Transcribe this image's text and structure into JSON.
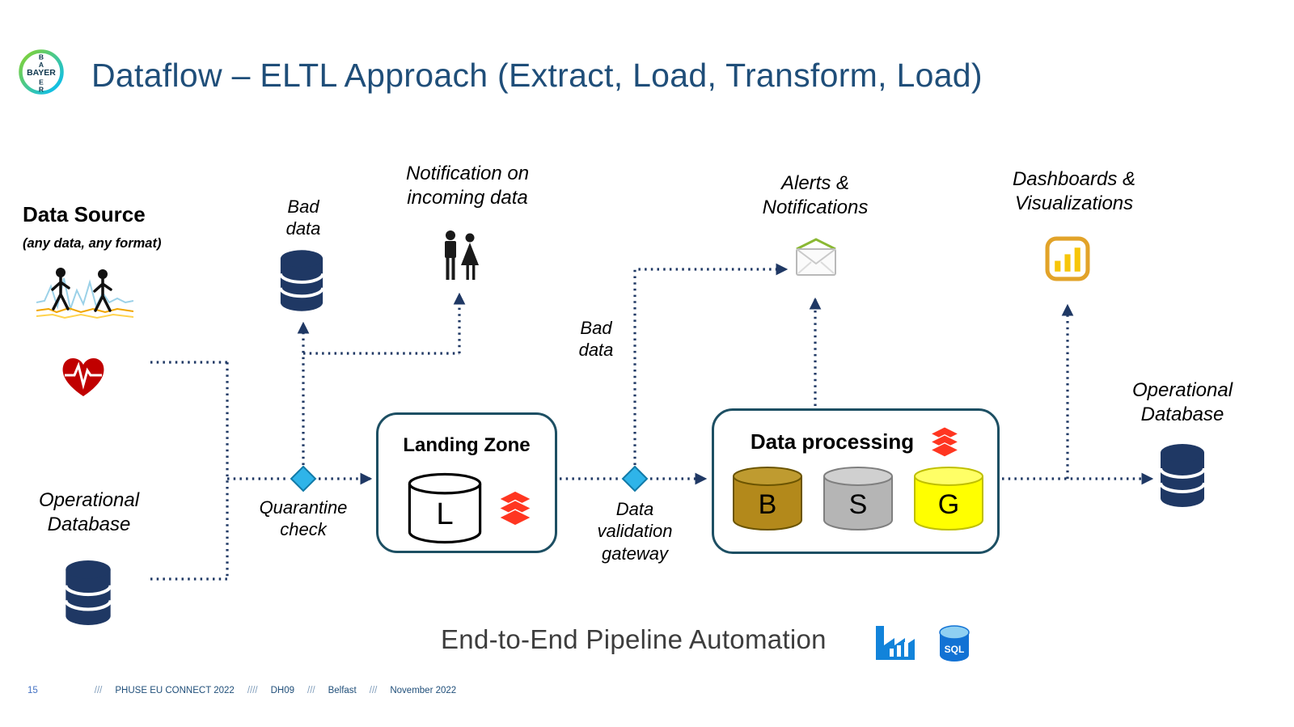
{
  "colors": {
    "title_blue": "#1f4e79",
    "line_navy": "#1f3864",
    "box_border": "#1d4f63",
    "diamond_cyan": "#2fb4e9",
    "databricks_red": "#ff3621",
    "cylinder_bronze": "#b3891b",
    "cylinder_silver": "#b5b5b5",
    "cylinder_yellow": "#ffff00",
    "powerbi_gold": "#e2a329",
    "azure_blue": "#1283da",
    "heart_red": "#c00000"
  },
  "header": {
    "title": "Dataflow – ELTL Approach (Extract, Load, Transform, Load)",
    "logo": {
      "word": "BAYER",
      "letters": [
        "B",
        "A",
        "Y",
        "E",
        "R"
      ]
    }
  },
  "diagram": {
    "data_source": {
      "title": "Data Source",
      "subtitle": "(any data, any format)"
    },
    "operational_db_left": {
      "label": "Operational\nDatabase"
    },
    "bad_data_left": {
      "label": "Bad\ndata"
    },
    "notification": {
      "label": "Notification on\nincoming data"
    },
    "quarantine": {
      "label": "Quarantine\ncheck"
    },
    "landing_zone": {
      "title": "Landing Zone",
      "cylinder_letter": "L"
    },
    "bad_data_mid": {
      "label": "Bad\ndata"
    },
    "validation": {
      "label": "Data\nvalidation\ngateway"
    },
    "alerts": {
      "label": "Alerts &\nNotifications"
    },
    "data_processing": {
      "title": "Data processing",
      "cylinders": [
        "B",
        "S",
        "G"
      ]
    },
    "dashboards": {
      "label": "Dashboards &\nVisualizations"
    },
    "operational_db_right": {
      "label": "Operational\nDatabase"
    },
    "automation": {
      "label": "End-to-End Pipeline Automation",
      "sql_label": "SQL"
    }
  },
  "footer": {
    "page": "15",
    "items": [
      "///",
      "PHUSE EU CONNECT 2022",
      "////",
      "DH09",
      "///",
      "Belfast",
      "///",
      "November 2022"
    ]
  }
}
